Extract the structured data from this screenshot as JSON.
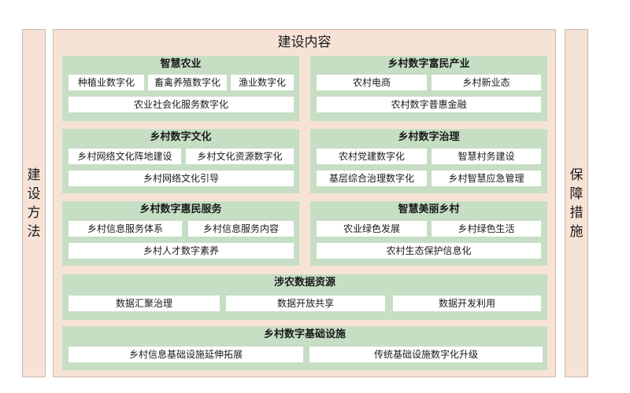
{
  "left_label": [
    "建",
    "设",
    "方",
    "法"
  ],
  "right_label": [
    "保",
    "障",
    "措",
    "施"
  ],
  "main_title": "建设内容",
  "panels": {
    "smart_agri": {
      "title": "智慧农业",
      "items": [
        "种植业数字化",
        "畜禽养殖数字化",
        "渔业数字化",
        "农业社会化服务数字化"
      ]
    },
    "rural_industry": {
      "title": "乡村数字富民产业",
      "items": [
        "农村电商",
        "乡村新业态",
        "农村数字普惠金融"
      ]
    },
    "rural_culture": {
      "title": "乡村数字文化",
      "items": [
        "乡村网络文化阵地建设",
        "乡村文化资源数字化",
        "乡村网络文化引导"
      ]
    },
    "rural_governance": {
      "title": "乡村数字治理",
      "items": [
        "农村党建数字化",
        "智慧村务建设",
        "基层综合治理数字化",
        "乡村智慧应急管理"
      ]
    },
    "rural_services": {
      "title": "乡村数字惠民服务",
      "items": [
        "乡村信息服务体系",
        "乡村信息服务内容",
        "乡村人才数字素养"
      ]
    },
    "beautiful_village": {
      "title": "智慧美丽乡村",
      "items": [
        "农业绿色发展",
        "乡村绿色生活",
        "农村生态保护信息化"
      ]
    },
    "data_resources": {
      "title": "涉农数据资源",
      "items": [
        "数据汇聚治理",
        "数据开放共享",
        "数据开发利用"
      ]
    },
    "infrastructure": {
      "title": "乡村数字基础设施",
      "items": [
        "乡村信息基础设施延伸拓展",
        "传统基础设施数字化升级"
      ]
    }
  },
  "colors": {
    "outer_bg": "#f7e3d6",
    "panel_bg": "#c6dec4",
    "cell_bg": "#ffffff"
  }
}
